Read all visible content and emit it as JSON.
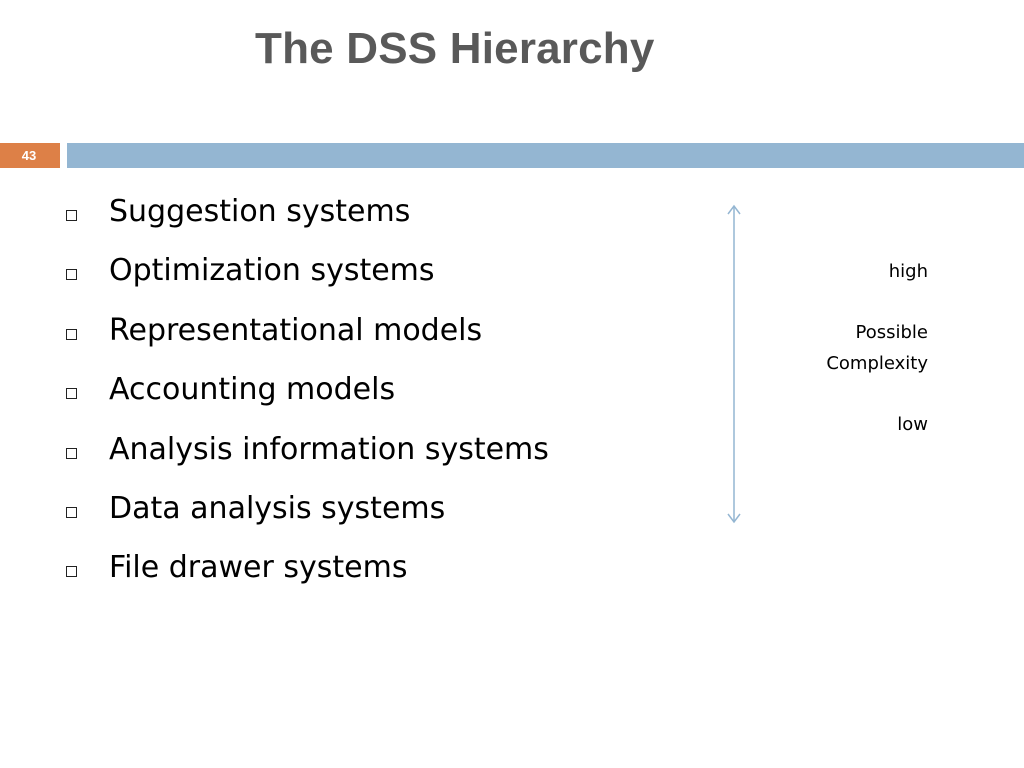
{
  "slide": {
    "title": "The DSS Hierarchy",
    "number": "43"
  },
  "bullets": [
    "Suggestion systems",
    "Optimization systems",
    "Representational models",
    "Accounting models",
    "Analysis information systems",
    "Data analysis systems",
    "File drawer systems"
  ],
  "complexity": {
    "high_label": "high",
    "axis_label_line1": "Possible",
    "axis_label_line2": "Complexity",
    "low_label": "low"
  },
  "colors": {
    "title": "#595959",
    "slide_number_bg": "#dd8047",
    "header_bar": "#94b6d2",
    "arrow": "#94b6d2"
  },
  "icons": {
    "bullet": "hollow-square-icon",
    "arrow": "double-headed-vertical-arrow-icon"
  }
}
